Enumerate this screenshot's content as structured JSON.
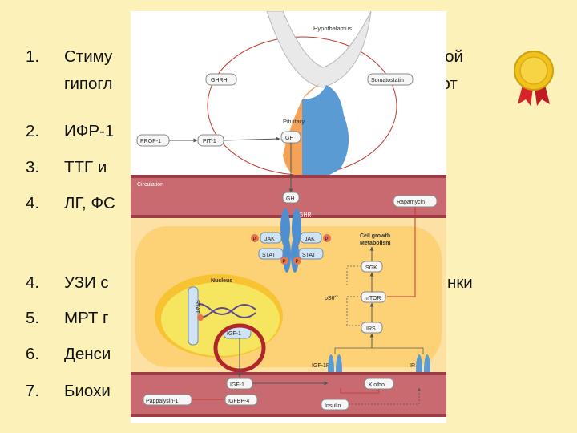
{
  "slide": {
    "items": [
      {
        "num": "1.",
        "text": "Стиму",
        "tail": "говой"
      },
      {
        "num": "",
        "text": "гипогл",
        "tail": "арт"
      },
      {
        "num": "2.",
        "text": "ИФР-1",
        "tail": ""
      },
      {
        "num": "3.",
        "text": "ТТГ и",
        "tail": ""
      },
      {
        "num": "4.",
        "text": "ЛГ, ФС",
        "tail": ""
      },
      {
        "num": "4.",
        "text": "УЗИ с",
        "tail": "нки"
      },
      {
        "num": "5.",
        "text": "МРТ г",
        "tail": ""
      },
      {
        "num": "6.",
        "text": "Денси",
        "tail": ""
      },
      {
        "num": "7.",
        "text": "Биохи",
        "tail": ""
      }
    ]
  },
  "diagram": {
    "hypothalamus": "Hypothalamus",
    "ghrh": "GHRH",
    "somatostatin": "Somatostatin",
    "pituitary": "Pituitary",
    "gh": "GH",
    "prop1": "PROP-1",
    "pit1": "PIT-1",
    "circulation": "Circulation",
    "gh_circ": "GH",
    "ghr": "GHR",
    "rapamycin": "Rapamycin",
    "jak_left": "JAK",
    "jak_right": "JAK",
    "stat_left": "STAT",
    "stat_right": "STAT",
    "p": "P",
    "cell_growth": "Cell growth",
    "metabolism": "Metabolism",
    "sgk": "SGK",
    "mtor": "mTOR",
    "irs": "IRS",
    "ps6": "pS6",
    "ps6_sup": "K1",
    "nucleus": "Nucleus",
    "stat_nuc": "STAT",
    "igf1_nuc": "IGF-1",
    "igf1r": "IGF-1R",
    "ir": "IR",
    "igf1_circ": "IGF-1",
    "igfbp4": "IGFBP-4",
    "pappalysin": "Pappalysin-1",
    "klotho": "Klotho",
    "insulin": "Insulin"
  }
}
